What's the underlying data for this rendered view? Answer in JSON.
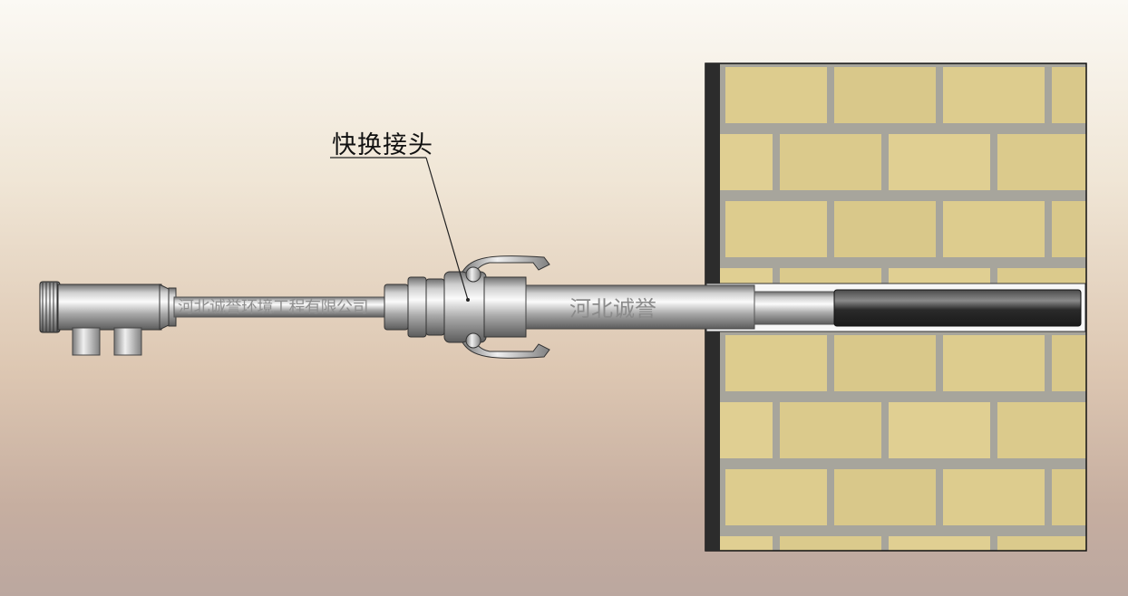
{
  "callout": {
    "label": "快换接头"
  },
  "watermarks": {
    "company": "河北诚誉环境工程有限公司",
    "brand": "河北诚誉"
  },
  "colors": {
    "brick": "#ddcc8e",
    "mortar": "#a7a59c",
    "steel_light": "#f4f4f4",
    "steel_dark": "#6f6f6f",
    "probe_tip": "#2e2e2e"
  },
  "icons": {
    "wall": "brick-wall-icon",
    "probe": "probe-assembly-icon"
  }
}
